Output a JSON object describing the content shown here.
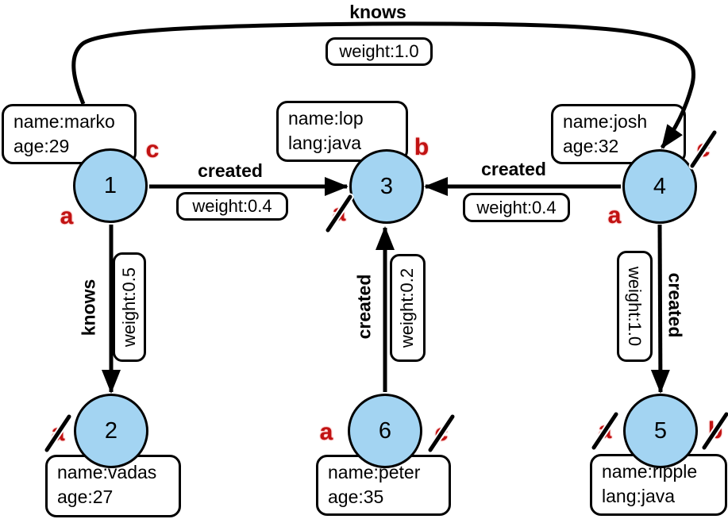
{
  "nodes": {
    "n1": {
      "id": "1",
      "line1": "name:marko",
      "line2": "age:29"
    },
    "n2": {
      "id": "2",
      "line1": "name:vadas",
      "line2": "age:27"
    },
    "n3": {
      "id": "3",
      "line1": "name:lop",
      "line2": "lang:java"
    },
    "n4": {
      "id": "4",
      "line1": "name:josh",
      "line2": "age:32"
    },
    "n5": {
      "id": "5",
      "line1": "name:ripple",
      "line2": "lang:java"
    },
    "n6": {
      "id": "6",
      "line1": "name:peter",
      "line2": "age:35"
    }
  },
  "edges": {
    "knows_1_4": {
      "label": "knows",
      "weight": "weight:1.0"
    },
    "created_1_3": {
      "label": "created",
      "weight": "weight:0.4"
    },
    "created_4_3": {
      "label": "created",
      "weight": "weight:0.4"
    },
    "knows_1_2": {
      "label": "knows",
      "weight": "weight:0.5"
    },
    "created_6_3": {
      "label": "created",
      "weight": "weight:0.2"
    },
    "created_4_5": {
      "label": "created",
      "weight": "weight:1.0"
    }
  },
  "markers": {
    "n1_upper": {
      "letter": "c",
      "struck": false
    },
    "n1_lower": {
      "letter": "a",
      "struck": false
    },
    "n3_upper": {
      "letter": "b",
      "struck": false
    },
    "n3_lower": {
      "letter": "a",
      "struck": true
    },
    "n4_upper": {
      "letter": "c",
      "struck": true
    },
    "n4_lower": {
      "letter": "a",
      "struck": false
    },
    "n2_left": {
      "letter": "a",
      "struck": true
    },
    "n6_left": {
      "letter": "a",
      "struck": false
    },
    "n6_right": {
      "letter": "c",
      "struck": true
    },
    "n5_left": {
      "letter": "a",
      "struck": true
    },
    "n5_right": {
      "letter": "b",
      "struck": true
    }
  },
  "colors": {
    "vertex_fill": "#a3d4f2",
    "marker_red": "#c11212",
    "edge_black": "#000000",
    "background": "#ffffff"
  }
}
